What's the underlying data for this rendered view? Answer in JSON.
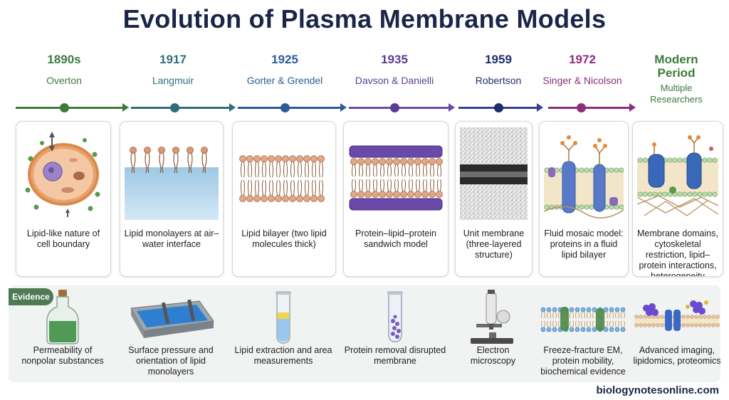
{
  "title": "Evolution of Plasma Membrane Models",
  "periods": [
    {
      "year": "1890s",
      "who": "Overton",
      "color": "#3e7a3a"
    },
    {
      "year": "1917",
      "who": "Langmuir",
      "color": "#2f6e7a"
    },
    {
      "year": "1925",
      "who": "Gorter & Grendel",
      "color": "#2c5c98"
    },
    {
      "year": "1935",
      "who": "Davson & Danielli",
      "color": "#5a3c95"
    },
    {
      "year": "1959",
      "who": "Robertson",
      "color": "#1b2d6b"
    },
    {
      "year": "1972",
      "who": "Singer & Nicolson",
      "color": "#8c2f7b"
    },
    {
      "year": "Modern Period",
      "who": "Multiple Researchers",
      "color": "#3e7a3a"
    }
  ],
  "models": [
    "Lipid-like nature of cell boundary",
    "Lipid monolayers at air–water interface",
    "Lipid bilayer (two lipid molecules thick)",
    "Protein–lipid–protein sandwich model",
    "Unit membrane (three-layered structure)",
    "Fluid mosaic model: proteins in a fluid lipid bilayer",
    "Membrane domains, cytoskeletal restriction, lipid–protein interactions, heterogeneity"
  ],
  "evidence_label": "Evidence",
  "evidence": [
    "Permeability of nonpolar substances",
    "Surface pressure and orientation of lipid monolayers",
    "Lipid extraction and area measurements",
    "Protein removal disrupted membrane",
    "Electron microscopy",
    "Freeze-fracture EM, protein mobility, biochemical evidence",
    "Advanced imaging, lipidomics, proteomics"
  ],
  "icons": [
    "glass-bottle-icon",
    "langmuir-trough-icon",
    "test-tube-icon",
    "test-tube-protein-icon",
    "microscope-icon",
    "fluid-mosaic-icon",
    "protein-complex-icon"
  ],
  "footer": "biologynotesonline.com"
}
